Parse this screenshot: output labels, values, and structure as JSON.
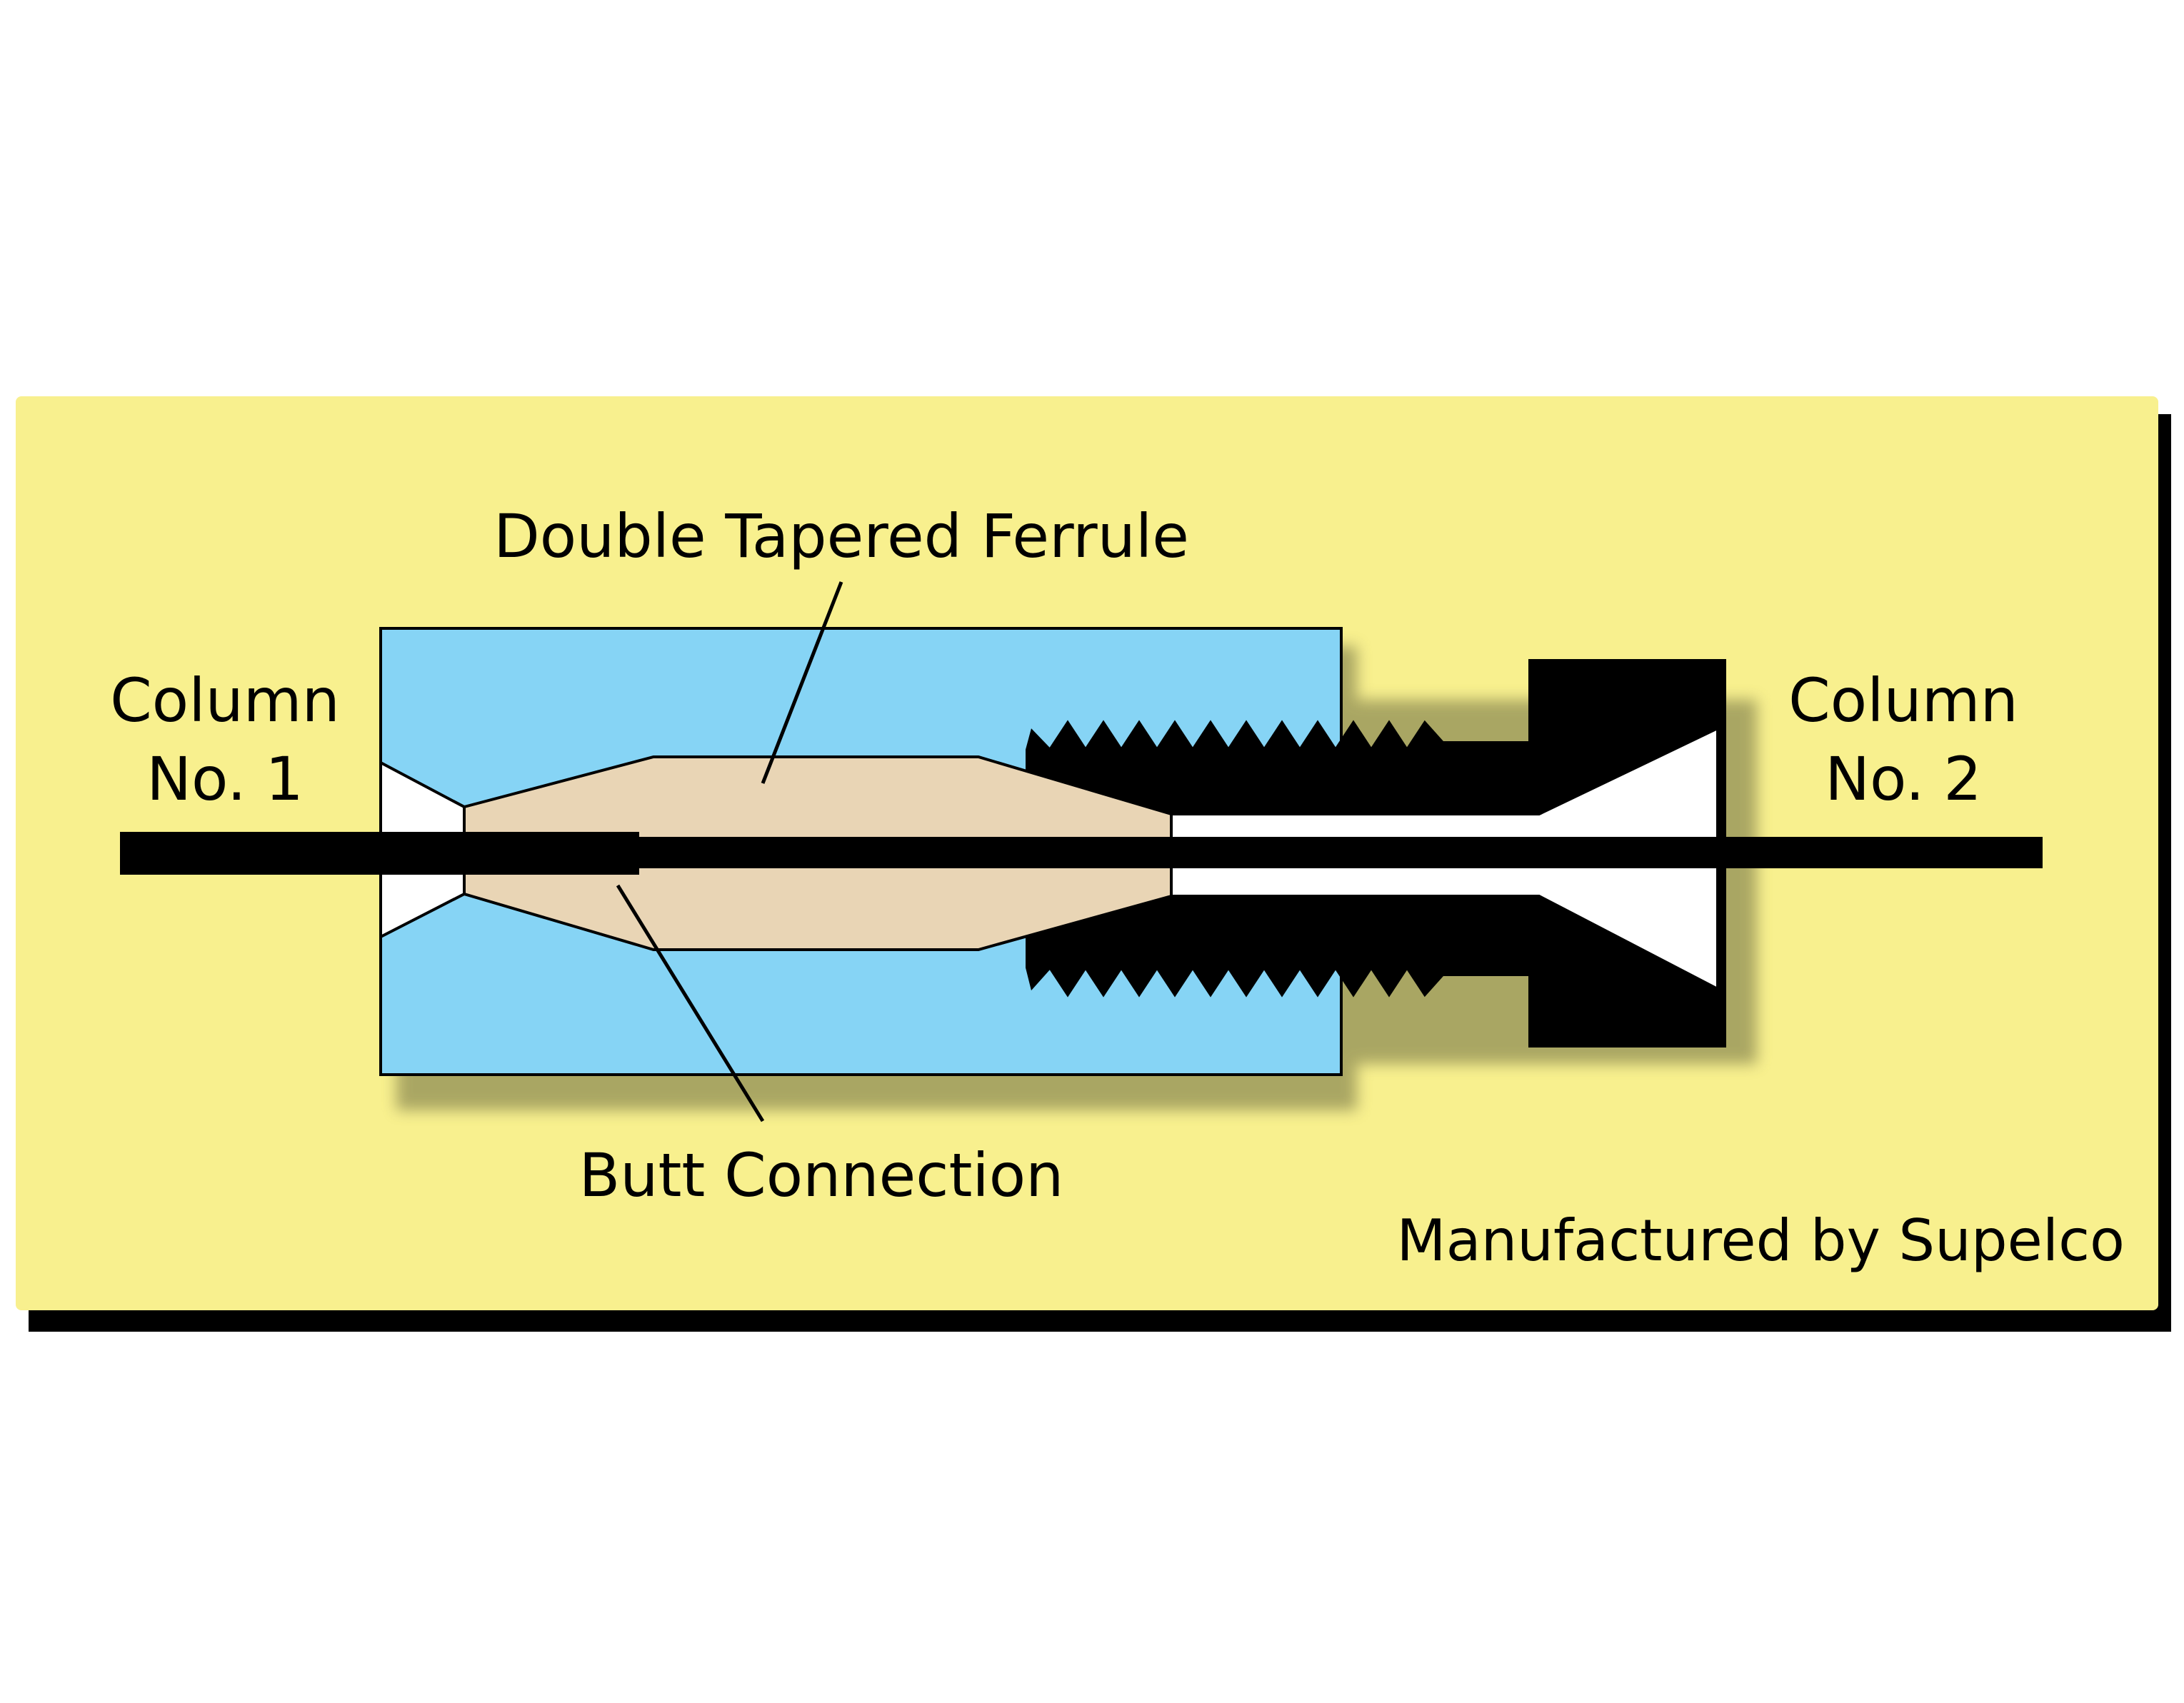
{
  "labels": {
    "ferrule": "Double Tapered Ferrule",
    "butt": "Butt Connection",
    "col1_line1": "Column",
    "col1_line2": "No. 1",
    "col2_line1": "Column",
    "col2_line2": "No. 2",
    "manufacturer": "Manufactured by Supelco"
  },
  "colors": {
    "panel": "#f8f08e",
    "body": "#86d4f5",
    "ferrule": "#e9d5b5",
    "nut": "#000000",
    "column": "#000000",
    "bore": "#ffffff"
  }
}
